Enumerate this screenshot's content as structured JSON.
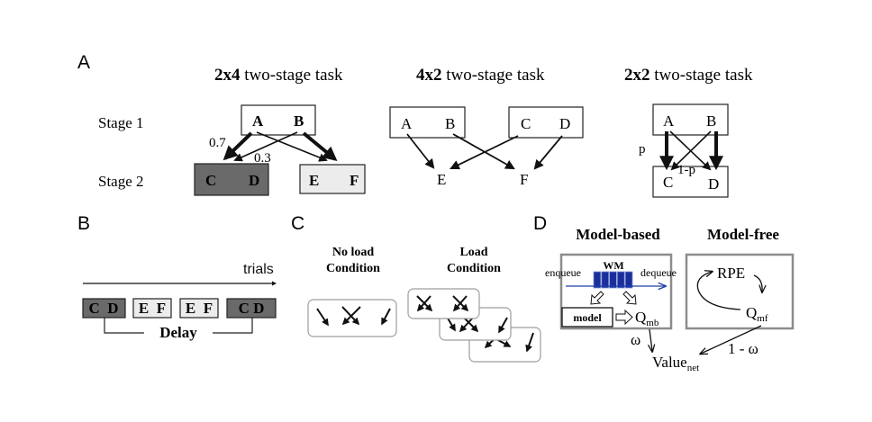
{
  "colors": {
    "dark_box": "#6a6a6a",
    "light_box": "#ececec",
    "rounded_box_border": "#9e9e9e",
    "model_box_border": "#8c8c8c",
    "wm_blue": "#1a2f9a",
    "queue_arrow": "#1f3ea8"
  },
  "panelA": {
    "label": "A",
    "stage1": "Stage 1",
    "stage2": "Stage 2",
    "task2x4": {
      "title_bold": "2x4",
      "title_rest": " two-stage task",
      "stage1_nodes": [
        "A",
        "B"
      ],
      "stage2_left": [
        "C",
        "D"
      ],
      "stage2_right": [
        "E",
        "F"
      ],
      "prob_common": "0.7",
      "prob_rare": "0.3"
    },
    "task4x2": {
      "title_bold": "4x2",
      "title_rest": " two-stage task",
      "stage1_left": [
        "A",
        "B"
      ],
      "stage1_right": [
        "C",
        "D"
      ],
      "stage2_nodes": [
        "E",
        "F"
      ]
    },
    "task2x2": {
      "title_bold": "2x2",
      "title_rest": " two-stage task",
      "stage1_nodes": [
        "A",
        "B"
      ],
      "stage2_nodes": [
        "C",
        "D"
      ],
      "prob_common": "p",
      "prob_rare": "1-p"
    }
  },
  "panelB": {
    "label": "B",
    "axis_label": "trials",
    "sequence": [
      {
        "nodes": "C  D",
        "type": "dark"
      },
      {
        "nodes": "E  F",
        "type": "light"
      },
      {
        "nodes": "E  F",
        "type": "light"
      },
      {
        "nodes": "C D",
        "type": "dark"
      }
    ],
    "delay_label": "Delay"
  },
  "panelC": {
    "label": "C",
    "no_load_line1": "No load",
    "no_load_line2": "Condition",
    "load_line1": "Load",
    "load_line2": "Condition"
  },
  "panelD": {
    "label": "D",
    "model_based_title": "Model-based",
    "model_free_title": "Model-free",
    "wm_label": "WM",
    "enqueue": "enqueue",
    "dequeue": "dequeue",
    "model_label": "model",
    "q_mb": "Q",
    "q_mb_sub": "mb",
    "rpe": "RPE",
    "q_mf": "Q",
    "q_mf_sub": "mf",
    "omega": "ω",
    "one_minus_omega": "1 - ω",
    "value": "Value",
    "value_sub": "net",
    "wm_slots": 5
  }
}
